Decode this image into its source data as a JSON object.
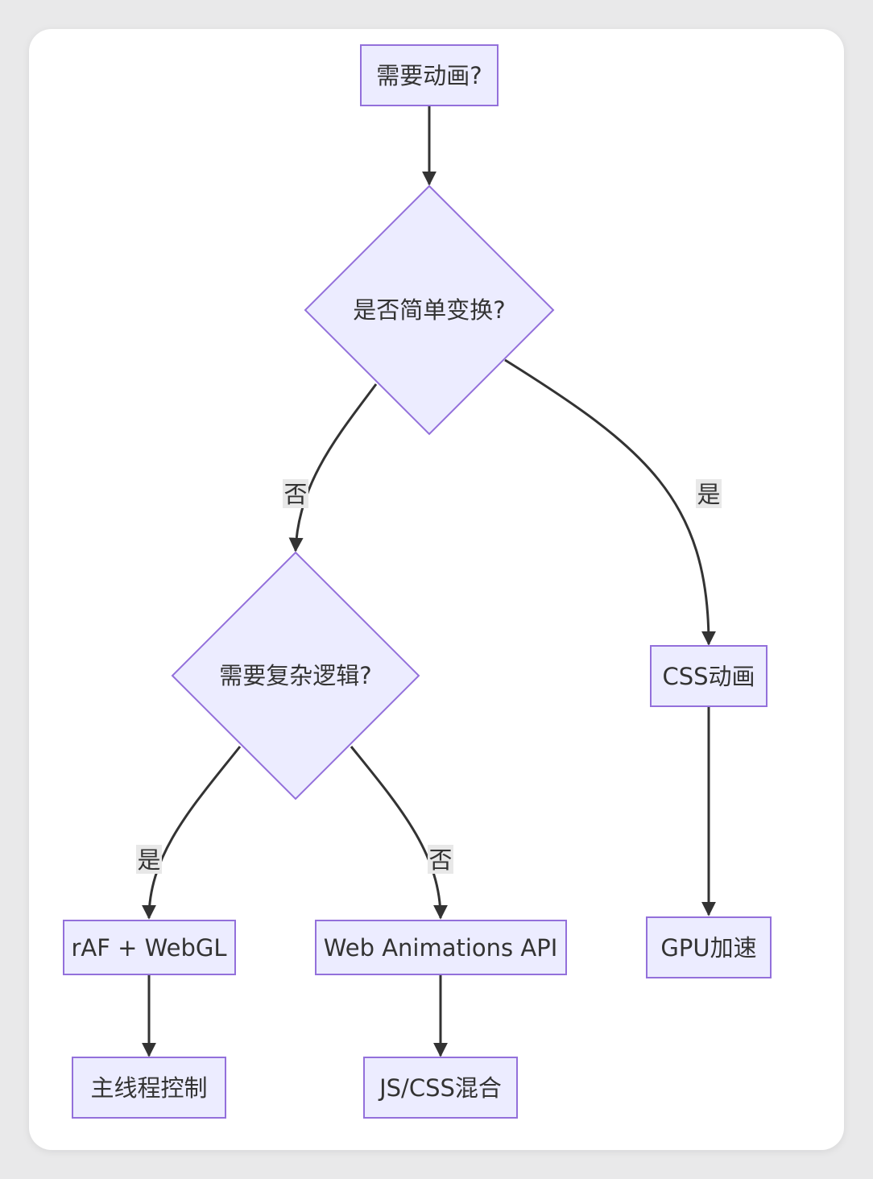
{
  "nodes": {
    "need_animation": "需要动画?",
    "simple_transform": "是否简单变换?",
    "complex_logic": "需要复杂逻辑?",
    "css_animation": "CSS动画",
    "gpu_accel": "GPU加速",
    "raf_webgl": "rAF + WebGL",
    "web_animations_api": "Web Animations API",
    "main_thread": "主线程控制",
    "js_css_mix": "JS/CSS混合"
  },
  "edges": {
    "simple_no": "否",
    "simple_yes": "是",
    "complex_yes": "是",
    "complex_no": "否"
  },
  "colors": {
    "node_fill": "#ECECFF",
    "node_stroke": "#9370DB",
    "edge": "#333333",
    "label_bg": "#e8e8e8"
  }
}
